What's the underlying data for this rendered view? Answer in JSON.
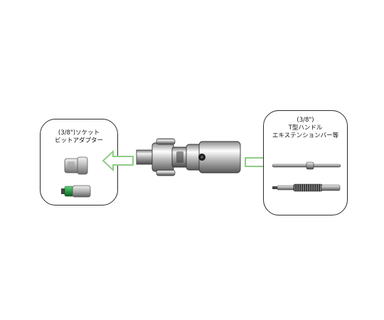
{
  "left_panel": {
    "caption_line1": "(3/8\")ソケット",
    "caption_line2": "ビットアダプター"
  },
  "right_panel": {
    "caption_line1": "(3/8\")",
    "caption_line2": "T型ハンドル",
    "caption_line3": "エキステンションバー等"
  },
  "colors": {
    "arrow_outline": "#8fcc86",
    "panel_border": "#2a2a2a",
    "steel_light": "#e6e6e6",
    "steel_dark": "#6a6a6a",
    "adapter_green": "#2f9d4a"
  }
}
